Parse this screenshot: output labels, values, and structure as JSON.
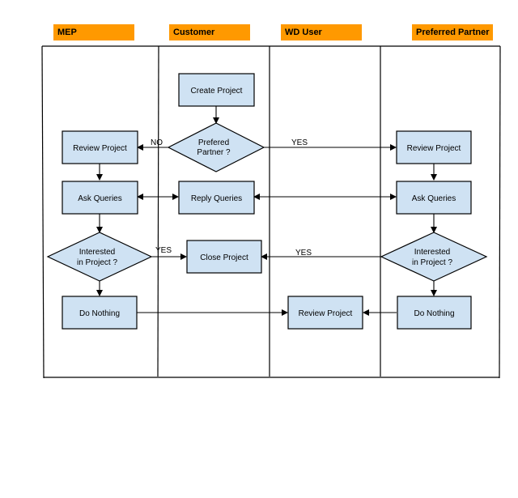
{
  "lanes": [
    {
      "id": "mep",
      "label": "MEP"
    },
    {
      "id": "customer",
      "label": "Customer"
    },
    {
      "id": "wd_user",
      "label": "WD User"
    },
    {
      "id": "preferred_partner",
      "label": "Preferred Partner"
    }
  ],
  "nodes": {
    "create_project": {
      "text": [
        "Create Project"
      ]
    },
    "prefered_partner": {
      "text": [
        "Prefered",
        "Partner ?"
      ]
    },
    "mep_review_project": {
      "text": [
        "Review Project"
      ]
    },
    "mep_ask_queries": {
      "text": [
        "Ask Queries"
      ]
    },
    "reply_queries": {
      "text": [
        "Reply Queries"
      ]
    },
    "pp_review_project": {
      "text": [
        "Review Project"
      ]
    },
    "pp_ask_queries": {
      "text": [
        "Ask Queries"
      ]
    },
    "mep_interested": {
      "text": [
        "Interested",
        "in Project ?"
      ]
    },
    "close_project": {
      "text": [
        "Close Project"
      ]
    },
    "pp_interested": {
      "text": [
        "Interested",
        "in Project ?"
      ]
    },
    "mep_do_nothing": {
      "text": [
        "Do Nothing"
      ]
    },
    "wd_review_project": {
      "text": [
        "Review Project"
      ]
    },
    "pp_do_nothing": {
      "text": [
        "Do Nothing"
      ]
    }
  },
  "edge_labels": {
    "no": "NO",
    "yes_partner": "YES",
    "yes_mep": "YES",
    "yes_pp": "YES"
  }
}
